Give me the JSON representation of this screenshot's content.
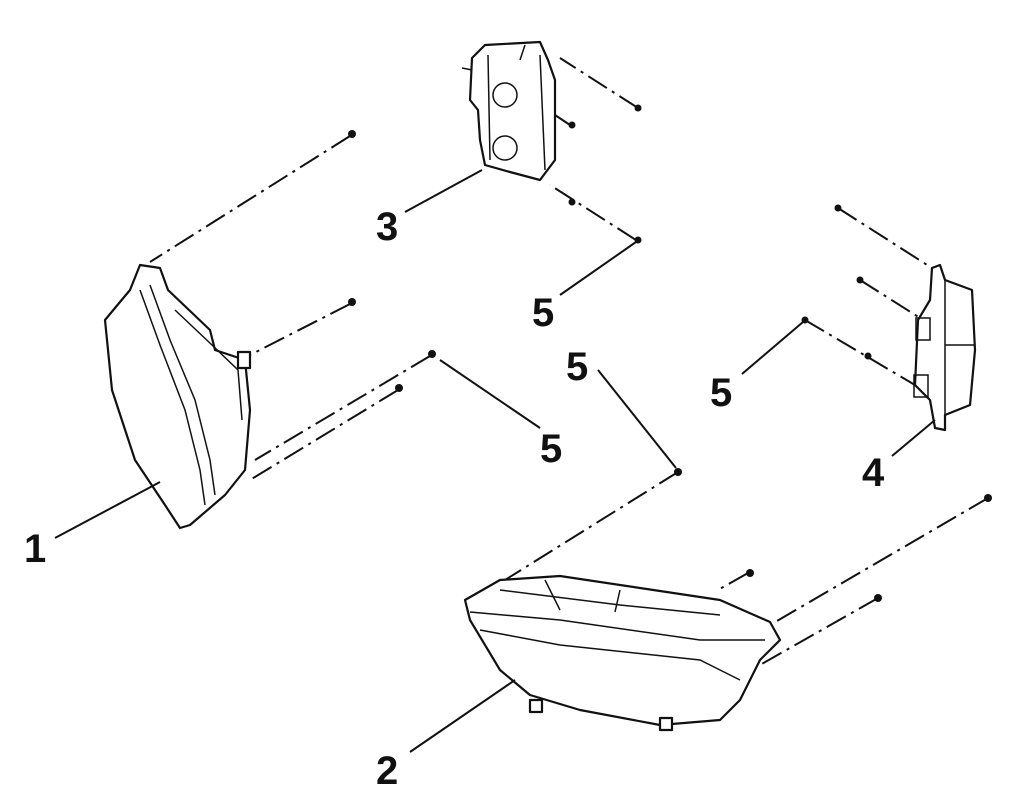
{
  "callouts": [
    {
      "id": "part-1",
      "text": "1"
    },
    {
      "id": "part-2",
      "text": "2"
    },
    {
      "id": "part-3",
      "text": "3"
    },
    {
      "id": "part-4",
      "text": "4"
    },
    {
      "id": "part-5a",
      "text": "5"
    },
    {
      "id": "part-5b",
      "text": "5"
    },
    {
      "id": "part-5c",
      "text": "5"
    },
    {
      "id": "part-5d",
      "text": "5"
    }
  ]
}
